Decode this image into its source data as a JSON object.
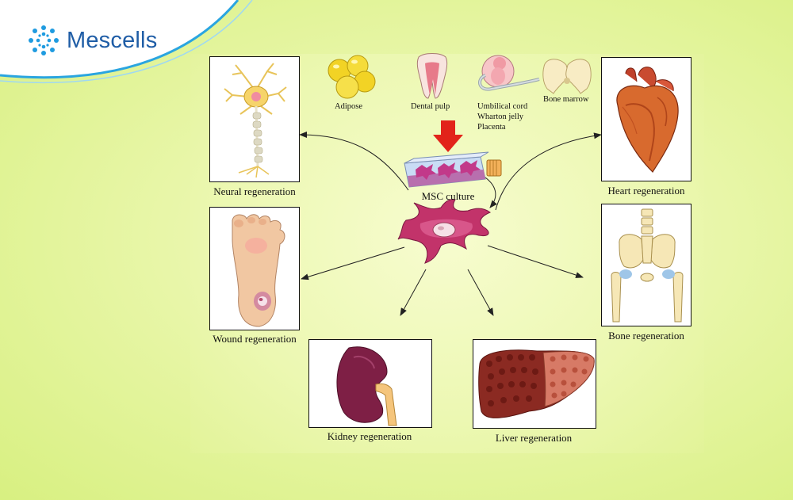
{
  "brand": {
    "name": "Mescells"
  },
  "sources": {
    "adipose": "Adipose",
    "dental_pulp": "Dental pulp",
    "umbilical_1": "Umbilical cord",
    "umbilical_2": "Wharton jelly",
    "umbilical_3": "Placenta",
    "bone_marrow": "Bone marrow"
  },
  "center": {
    "culture_label": "MSC culture"
  },
  "targets": {
    "neural": "Neural regeneration",
    "heart": "Heart regeneration",
    "wound": "Wound regeneration",
    "bone": "Bone regeneration",
    "kidney": "Kidney regeneration",
    "liver": "Liver regeneration"
  },
  "colors": {
    "brand_blue": "#1f5da6",
    "background": "#e6f7a8",
    "arrow_red": "#e2231a"
  }
}
